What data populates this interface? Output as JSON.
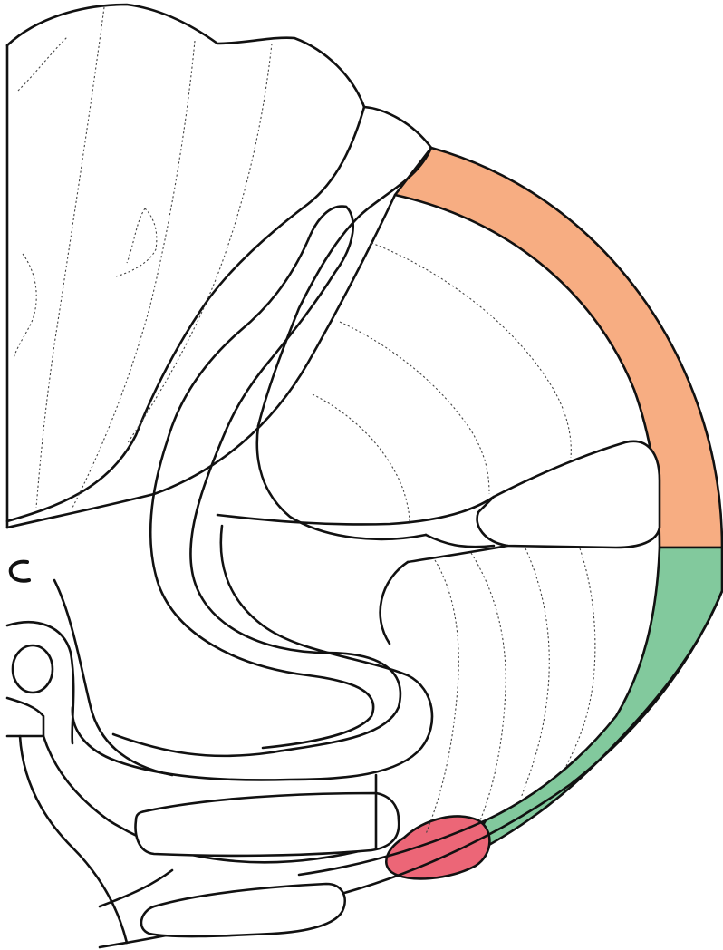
{
  "figure": {
    "kind": "brain-section-outline",
    "regions": [
      {
        "id": "dorsal-cortex-band",
        "color": "#f7ad82"
      },
      {
        "id": "ventral-cortex-band",
        "color": "#82c99d"
      },
      {
        "id": "ventral-nucleus",
        "color": "#ec6677"
      }
    ],
    "outline_color": "#111111",
    "fiber_line_color": "#444444",
    "background": "#ffffff"
  }
}
